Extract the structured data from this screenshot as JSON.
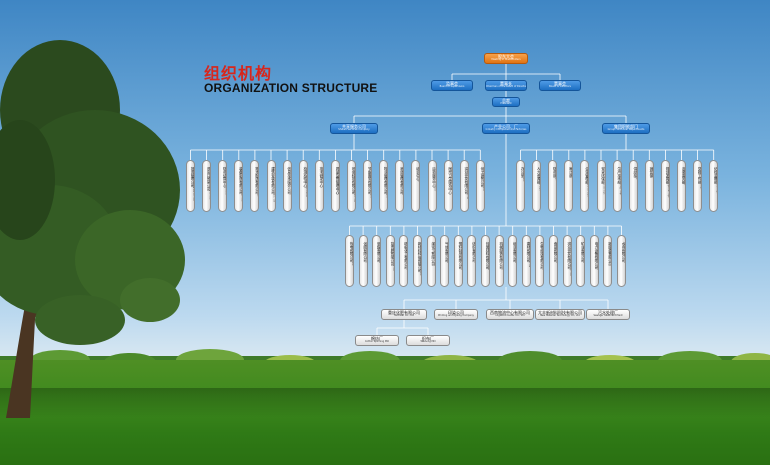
{
  "title": {
    "cn": "组织机构",
    "en": "ORGANIZATION STRUCTURE"
  },
  "colors": {
    "title_red": "#d8261c",
    "top_box": "#e07414",
    "mid_box": "#1d6fc2",
    "unit_box": "#dcdcdc"
  },
  "chart_data": {
    "type": "org-chart",
    "top": {
      "cn": "股东大会",
      "en": "Meeting of Shareholders"
    },
    "boards": [
      {
        "cn": "监事会",
        "en": "Board of Supervisors"
      },
      {
        "cn": "董事长",
        "en": "Chairman of the Board of Directors"
      },
      {
        "cn": "董事会",
        "en": "Board of Directors"
      }
    ],
    "president": {
      "cn": "总裁",
      "en": "President"
    },
    "divisions": [
      {
        "cn": "共享服务公司",
        "en": "Shared Services Company"
      },
      {
        "cn": "产业公司、厂",
        "en": "Industry Companies and Factories"
      },
      {
        "cn": "集团职能部门",
        "en": "Group Functional Departments"
      }
    ],
    "shared_services_units": [
      {
        "cn": "投资管理公司",
        "en": "Investment Management Co., Ltd"
      },
      {
        "cn": "进出口贸易公司",
        "en": "Import & Export Trading Co., Ltd"
      },
      {
        "cn": "财务结算中心",
        "en": "Financial Settlement Center"
      },
      {
        "cn": "装备制造有限公司",
        "en": "Equipment Manufacturing Co., Ltd"
      },
      {
        "cn": "物流配送有限公司",
        "en": "Logistics Distribution Co., Ltd"
      },
      {
        "cn": "建筑安装有限公司",
        "en": "Construction & Installation Co., Ltd"
      },
      {
        "cn": "信息技术服务公司",
        "en": "IT Service Co., Ltd"
      },
      {
        "cn": "检测检验中心",
        "en": "Testing and Inspection Center"
      },
      {
        "cn": "技术研发中心",
        "en": "R&D Center"
      },
      {
        "cn": "质量监督管理中心",
        "en": "Quality Supervision Center"
      },
      {
        "cn": "环保科技有限公司",
        "en": "Environmental Technology Co., Ltd"
      },
      {
        "cn": "节能服务有限公司",
        "en": "Energy Saving Service Co., Ltd"
      },
      {
        "cn": "物业管理有限公司",
        "en": "Property Management Co., Ltd"
      },
      {
        "cn": "酒店管理有限公司",
        "en": "Hotel Management Co., Ltd"
      },
      {
        "cn": "培训中心",
        "en": "Training Center"
      },
      {
        "cn": "后勤服务中心",
        "en": "Logistics Service Center"
      },
      {
        "cn": "医疗卫生服务中心",
        "en": "Medical Service Center"
      },
      {
        "cn": "实业开发有限公司",
        "en": "Industrial Development Co., Ltd"
      },
      {
        "cn": "化工销售公司",
        "en": "Chemical Sales Co., Ltd"
      }
    ],
    "industry_units": [
      {
        "cn": "热电有限公司",
        "en": "Thermal Power Co., Ltd"
      },
      {
        "cn": "化肥有限公司",
        "en": "Fertilizer Co., Ltd"
      },
      {
        "cn": "甲醇有限公司",
        "en": "Methanol Co., Ltd"
      },
      {
        "cn": "复合肥有限公司",
        "en": "Compound Fertilizer Co., Ltd"
      },
      {
        "cn": "精细化工有限公司",
        "en": "Fine Chemical Co., Ltd"
      },
      {
        "cn": "新材料科技有限公司",
        "en": "New Material Technology Co., Ltd"
      },
      {
        "cn": "煤化工有限公司",
        "en": "Coal Chemical Co., Ltd"
      },
      {
        "cn": "气体有限公司",
        "en": "Gas Co., Ltd"
      },
      {
        "cn": "塑料制品有限公司",
        "en": "Plastic Products Co., Ltd"
      },
      {
        "cn": "纺织有限公司",
        "en": "Textile Co., Ltd"
      },
      {
        "cn": "包装材料有限公司",
        "en": "Packaging Material Co., Ltd"
      },
      {
        "cn": "机械制造有限公司",
        "en": "Machinery Co., Ltd"
      },
      {
        "cn": "纸业有限公司",
        "en": "Paper Co., Ltd"
      },
      {
        "cn": "建材有限公司",
        "en": "Building Material Co., Ltd"
      },
      {
        "cn": "生物科技有限公司",
        "en": "Biotechnology Co., Ltd"
      },
      {
        "cn": "食品有限公司",
        "en": "Food Co., Ltd"
      },
      {
        "cn": "农业开发有限公司",
        "en": "Agriculture Development Co., Ltd"
      },
      {
        "cn": "矿业有限公司",
        "en": "Mining Co., Ltd"
      },
      {
        "cn": "电力设备有限公司",
        "en": "Power Equipment Co., Ltd"
      },
      {
        "cn": "新能源有限公司",
        "en": "New Energy Co., Ltd"
      },
      {
        "cn": "水务有限公司",
        "en": "Water Co., Ltd"
      }
    ],
    "department_units": [
      {
        "cn": "办公室",
        "en": "General Office"
      },
      {
        "cn": "人力资源部",
        "en": "Human Resources Dept."
      },
      {
        "cn": "财务部",
        "en": "Finance Dept."
      },
      {
        "cn": "审计部",
        "en": "Audit Dept."
      },
      {
        "cn": "企业管理部",
        "en": "Enterprise Management Dept."
      },
      {
        "cn": "安全环保部",
        "en": "Safety & Environment Dept."
      },
      {
        "cn": "生产技术部",
        "en": "Production Technology Dept."
      },
      {
        "cn": "供应部",
        "en": "Supply Dept."
      },
      {
        "cn": "销售部",
        "en": "Sales Dept."
      },
      {
        "cn": "规划发展部",
        "en": "Planning & Development Dept."
      },
      {
        "cn": "法律事务部",
        "en": "Legal Affairs Dept."
      },
      {
        "cn": "党群工作部",
        "en": "Party-Mass Work Dept."
      },
      {
        "cn": "纪检监察部",
        "en": "Discipline Inspection Dept."
      }
    ],
    "level5_units": [
      {
        "cn": "重庆化肥有限公司",
        "en": "Fertilizer Co., Ltd"
      },
      {
        "cn": "印染公司",
        "en": "Printing and Dyeing Company"
      },
      {
        "cn": "西南物流中心有限公司",
        "en": "Logistics Center Co., Ltd"
      },
      {
        "cn": "大丰新材料科技有限公司",
        "en": "New Material Technology Co., Ltd"
      },
      {
        "cn": "污水处理厂",
        "en": "Sewage Treatment Plant"
      }
    ],
    "level6_units": [
      {
        "cn": "棉纺厂",
        "en": "Cotton Spinning Mill"
      },
      {
        "cn": "织布厂",
        "en": "Weaving Mill"
      }
    ]
  }
}
